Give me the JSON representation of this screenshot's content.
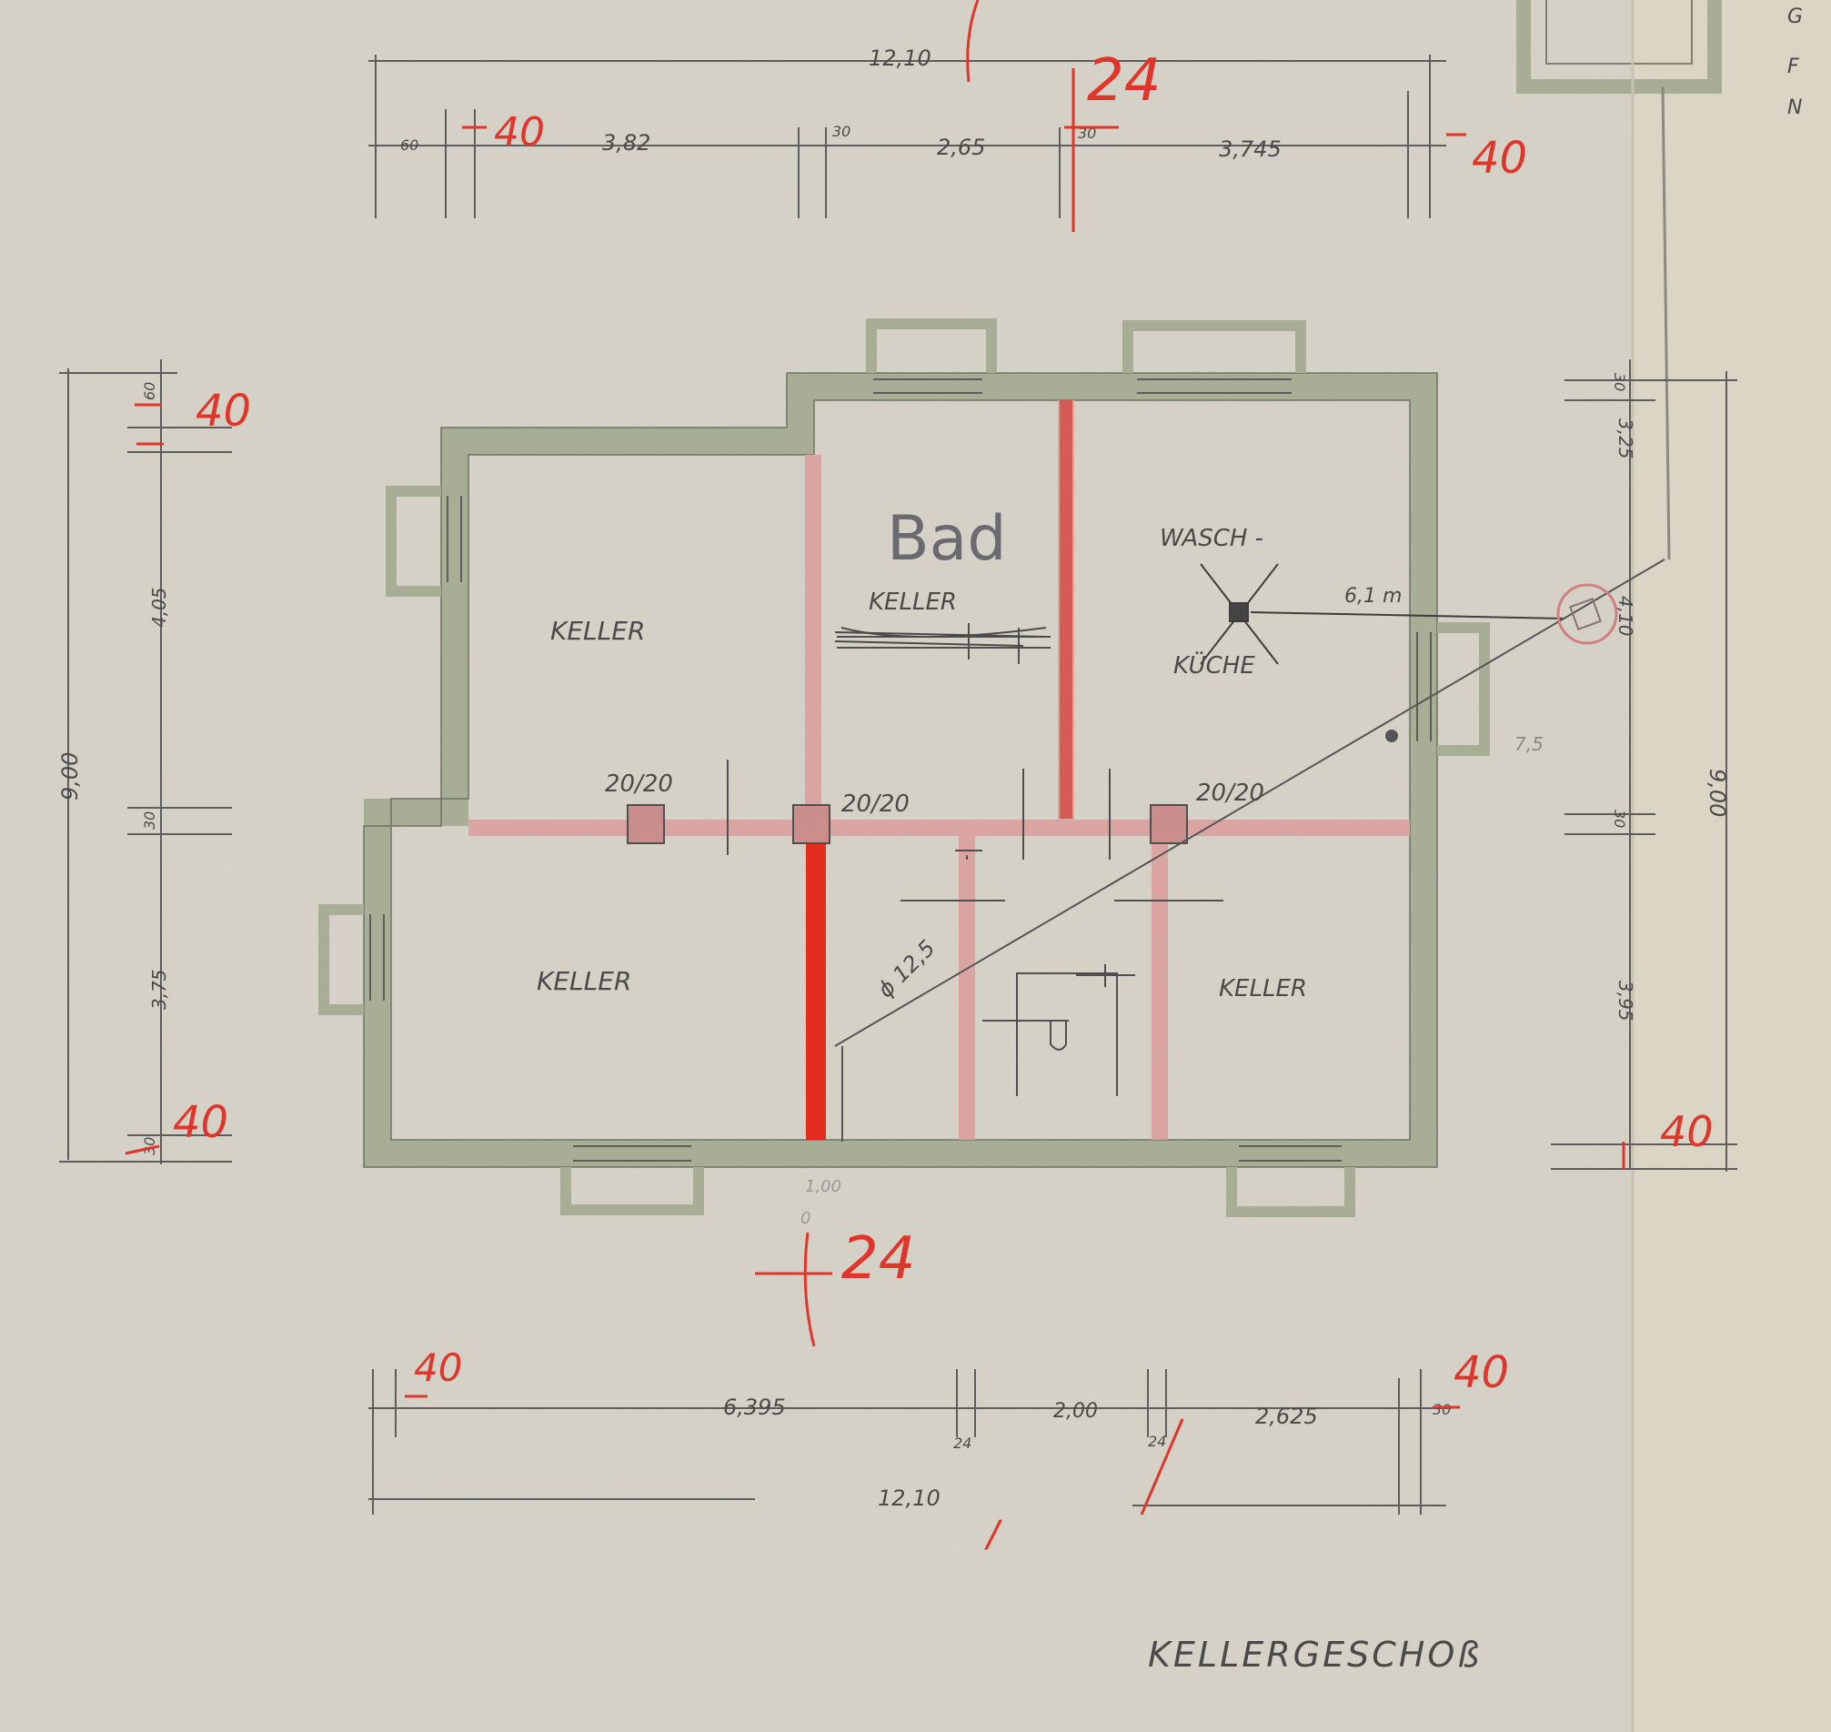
{
  "colors": {
    "paper": "#d6d2c7",
    "outer_wall": "#a8ad95",
    "inner_wall_pink": "#d9a4a2",
    "new_wall_red": "#e32d1f",
    "pencil": "#4a4a4a",
    "red_ink": "#e0352b"
  },
  "title": "KELLERGESCHOß",
  "rooms": {
    "keller_nw": "KELLER",
    "bad_handwritten": "Bad",
    "keller_bad": "KELLER",
    "wasch_line1": "WASCH -",
    "wasch_line2": "KÜCHE",
    "keller_sw": "KELLER",
    "keller_se": "KELLER"
  },
  "columns": {
    "c1": "20/20",
    "c2": "20/20",
    "c3": "20/20"
  },
  "pipe": {
    "diameter": "ϕ 12,5",
    "length": "6,1 m",
    "note": "7,5"
  },
  "dims_top": {
    "total": "12,10",
    "seg1": "60",
    "seg2": "3,82",
    "seg3": "30",
    "seg4": "2,65",
    "seg5": "3,745",
    "seg6": "30",
    "red_total_mark": "/",
    "red_mid": "24",
    "red_left": "40",
    "red_right": "40"
  },
  "dims_bottom": {
    "total": "12,10",
    "seg1": "6,395",
    "seg2": "24",
    "seg3": "2,00",
    "seg4": "24",
    "seg5": "2,625",
    "seg6": "30",
    "red_left": "40",
    "red_right": "40",
    "red_mid": "24",
    "pencil_note_1": "1,00",
    "pencil_note_2": "0"
  },
  "dims_left": {
    "total": "9,00",
    "seg1": "60",
    "seg2": "4,05",
    "seg3": "30",
    "seg4": "3,75",
    "seg5": "30",
    "red_top": "40",
    "red_bottom": "40"
  },
  "dims_right": {
    "total": "9,00",
    "seg1": "30",
    "seg2": "3,25",
    "seg3": "4,10",
    "seg4": "30",
    "seg5": "3,95",
    "red_bottom": "40"
  },
  "corner_notes": {
    "line1": "G",
    "line2": "F",
    "line3": "N"
  }
}
